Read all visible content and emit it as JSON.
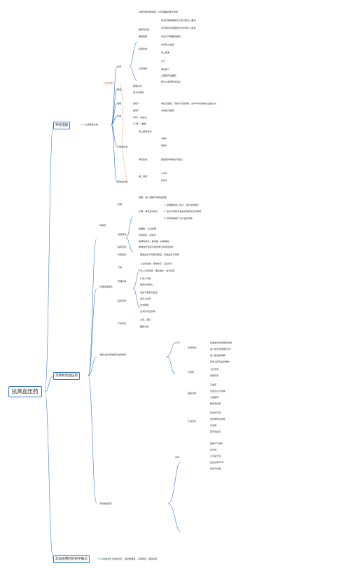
{
  "root": "抗高血压药",
  "branches": {
    "b1": "神经递质",
    "b2": "常用抗高血压药",
    "b3": "高血压用药的药学概念"
  },
  "b1": {
    "sub": "交感神经末梢",
    "items": {
      "t1": "合成",
      "t2": "释放",
      "t3": "摄取",
      "t4": "代谢",
      "t5": "与受体结合",
      "t6": "受体后作用"
    },
    "synthesis": {
      "l1": "递质合成的限速酶：α-甲基酪氨酸可抑制",
      "l2": "胞质内合成",
      "l3": "经多巴脱羧酶转化为多巴胺进入囊泡",
      "l4": "多巴胺β-羟化酶转化为去甲肾上腺素",
      "l5": "囊泡摄取",
      "l6": "利血平抑制囊泡摄取",
      "l7": "最终形成",
      "l8": "去甲肾上腺素",
      "l9": "肾上腺素",
      "l10": "共存递质",
      "l11": "ATP",
      "l12": "神经肽Y",
      "l13": "主要储存在囊泡",
      "l14": "部分以游离形式存在",
      "l15": "囊泡外",
      "l16": "储存于囊泡",
      "l17": "少部分在胞质"
    },
    "release": {
      "l1": "胞裂外排",
      "l2": "量子化释放"
    },
    "uptake": {
      "l1": "摄取1",
      "l2": "神经元摄取，可被可卡因抑制，是NA作用消除的主要方式",
      "l3": "摄取2",
      "l4": "非神经元摄取"
    },
    "metabolism": {
      "l1": "MAO：线粒体",
      "l2": "COMT：胞质"
    },
    "receptor": {
      "l1": "肾上腺素受体",
      "l2": "α受体",
      "l3": "β受体",
      "l4": "降压机制",
      "l5": "阻断受体降低外周阻力"
    },
    "post": {
      "l1": "第二信使",
      "l2": "cAMP",
      "l3": "钙离子"
    },
    "note": "补充说明"
  },
  "b2": {
    "c1": "利尿药",
    "c2": "钙通道阻滞药",
    "c3": "肾素-血管紧张素系统抑制药",
    "c4": "β受体阻断药",
    "diuretic": {
      "mech": "机制",
      "mech1": "短期：减少细胞外液和血容量",
      "mech2": "长期：降低血管阻力",
      "mech3": "1. 动脉壁钠离子减少，钠钙交换减少",
      "mech4": "2. 血管平滑肌对缩血管物质反应性降低",
      "mech5": "3. 诱导动脉壁产生扩血管物质",
      "drugs": "常用药物",
      "d1": "噻嗪类：氢氯噻嗪",
      "d2": "袢利尿药：呋塞米",
      "d3": "保钾利尿药：螺内酯、氨苯蝶啶",
      "use": "临床应用",
      "use1": "单独治疗轻度高血压或与其他药合用"
    },
    "ccb": {
      "mech": "作用机制",
      "mech1": "阻断血管平滑肌钙通道，松弛血管平滑肌",
      "types": "分类",
      "t1": "二氢吡啶类：硝苯地平、氨氯地平",
      "t2": "非二氢吡啶类：维拉帕米、地尔硫䓬",
      "effects": "药理作用",
      "e1": "扩张小动脉",
      "e2": "降低外周阻力",
      "use": "临床应用",
      "u1": "适用于各型高血压",
      "u2": "合并心绞痛",
      "u3": "合并哮喘",
      "u4": "合并外周血管病",
      "adverse": "不良反应",
      "a1": "头痛、面红",
      "a2": "踝部水肿"
    },
    "ras": {
      "group": "ACEI",
      "acei_mech": "作用机制",
      "m1": "抑制血管紧张素转化酶",
      "m2": "减少血管紧张素Ⅱ生成",
      "m3": "减少缓激肽降解",
      "m4": "抑制心肌及血管重构",
      "drugs": "代表药",
      "d1": "卡托普利",
      "d2": "依那普利",
      "use": "临床应用",
      "u1": "高血压",
      "u2": "充血性心力衰竭",
      "u3": "心肌梗死",
      "u4": "糖尿病肾病",
      "adverse": "不良反应",
      "a1": "刺激性干咳",
      "a2": "血管神经性水肿",
      "a3": "高血钾",
      "a4": "首剂低血压",
      "arb": "ARB",
      "arb1": "阻断AT1受体",
      "arb2": "氯沙坦",
      "arb3": "不引起干咳",
      "arb4": "适应证同ACEI",
      "arb5": "禁用于妊娠"
    }
  },
  "b3": {
    "l1": "有效治疗与终身治疗、保护靶器官、平稳降压、联合用药"
  }
}
